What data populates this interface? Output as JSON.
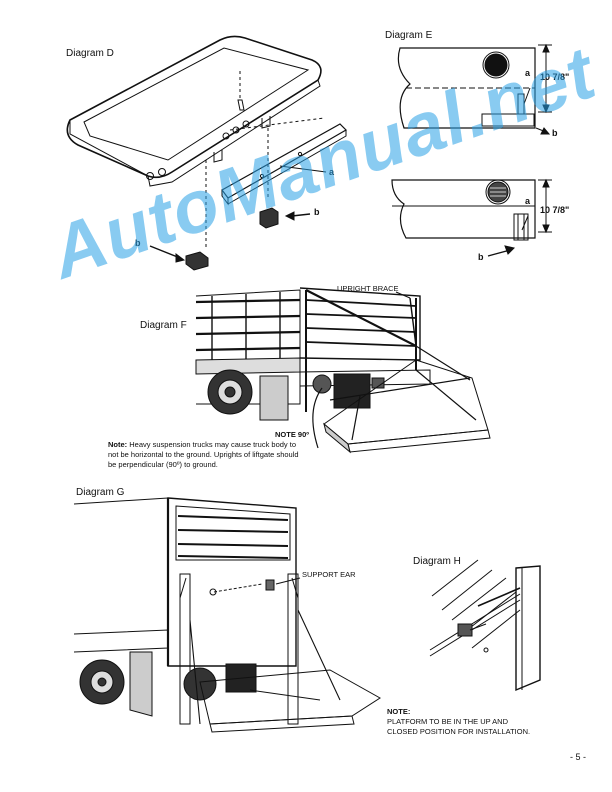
{
  "diagrams": {
    "d": {
      "title": "Diagram D",
      "callout_a": "a",
      "callout_b1": "b",
      "callout_b2": "b"
    },
    "e": {
      "title": "Diagram E",
      "callout_a1": "a",
      "callout_b1": "b",
      "dim1": "10 7/8\"",
      "callout_a2": "a",
      "callout_b2": "b",
      "dim2": "10 7/8\""
    },
    "f": {
      "title": "Diagram F",
      "upright_brace": "UPRIGHT BRACE",
      "note90": "NOTE 90º",
      "note_head": "Note:",
      "note_body": "Heavy suspension trucks may cause truck body to not be horizontal to the ground. Uprights of liftgate should be perpendicular (90º) to ground."
    },
    "g": {
      "title": "Diagram G",
      "support_ear": "SUPPORT EAR"
    },
    "h": {
      "title": "Diagram H"
    }
  },
  "install_note": {
    "head": "NOTE:",
    "line1": "PLATFORM TO BE IN THE UP AND",
    "line2": "CLOSED POSITION FOR INSTALLATION."
  },
  "page_number": "- 5 -",
  "watermark": "AutoManual.net"
}
